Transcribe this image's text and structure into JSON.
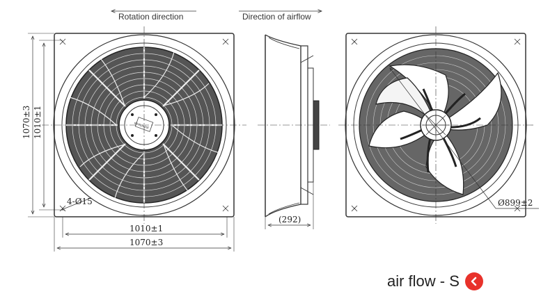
{
  "headers": {
    "rotation_direction": "Rotation direction",
    "direction_of_airflow": "Direction of airflow"
  },
  "dimensions": {
    "outer_height": "1070±3",
    "inner_height": "1010±1",
    "mounting_holes": "4-Ø15",
    "inner_width": "1010±1",
    "outer_width": "1070±3",
    "depth": "(292)",
    "impeller_diameter": "Ø899±2"
  },
  "label_plate_text": "ebmpapst",
  "airflow_label": {
    "text": "air flow - S",
    "icon": "arrow-left-circle-icon",
    "color": "#e8322b"
  }
}
